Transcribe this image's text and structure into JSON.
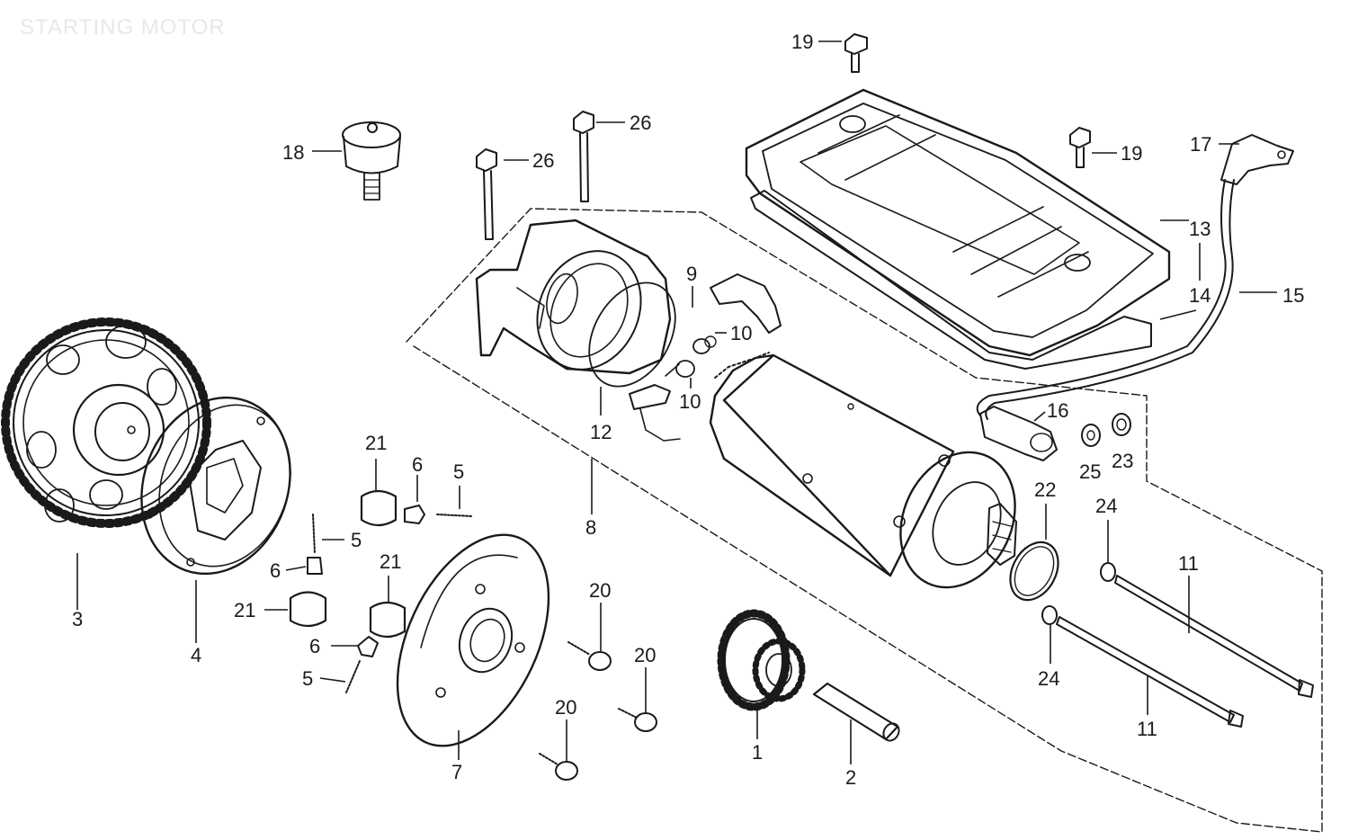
{
  "title": "STARTING MOTOR",
  "callouts": {
    "c1": "1",
    "c2": "2",
    "c3": "3",
    "c4": "4",
    "c5a": "5",
    "c5b": "5",
    "c5c": "5",
    "c6a": "6",
    "c6b": "6",
    "c6c": "6",
    "c7": "7",
    "c8": "8",
    "c9": "9",
    "c10a": "10",
    "c10b": "10",
    "c11a": "11",
    "c11b": "11",
    "c12": "12",
    "c13": "13",
    "c14": "14",
    "c15": "15",
    "c16": "16",
    "c17": "17",
    "c18": "18",
    "c19a": "19",
    "c19b": "19",
    "c20a": "20",
    "c20b": "20",
    "c20c": "20",
    "c21a": "21",
    "c21b": "21",
    "c21c": "21",
    "c22": "22",
    "c23": "23",
    "c24a": "24",
    "c24b": "24",
    "c25": "25",
    "c26a": "26",
    "c26b": "26"
  }
}
